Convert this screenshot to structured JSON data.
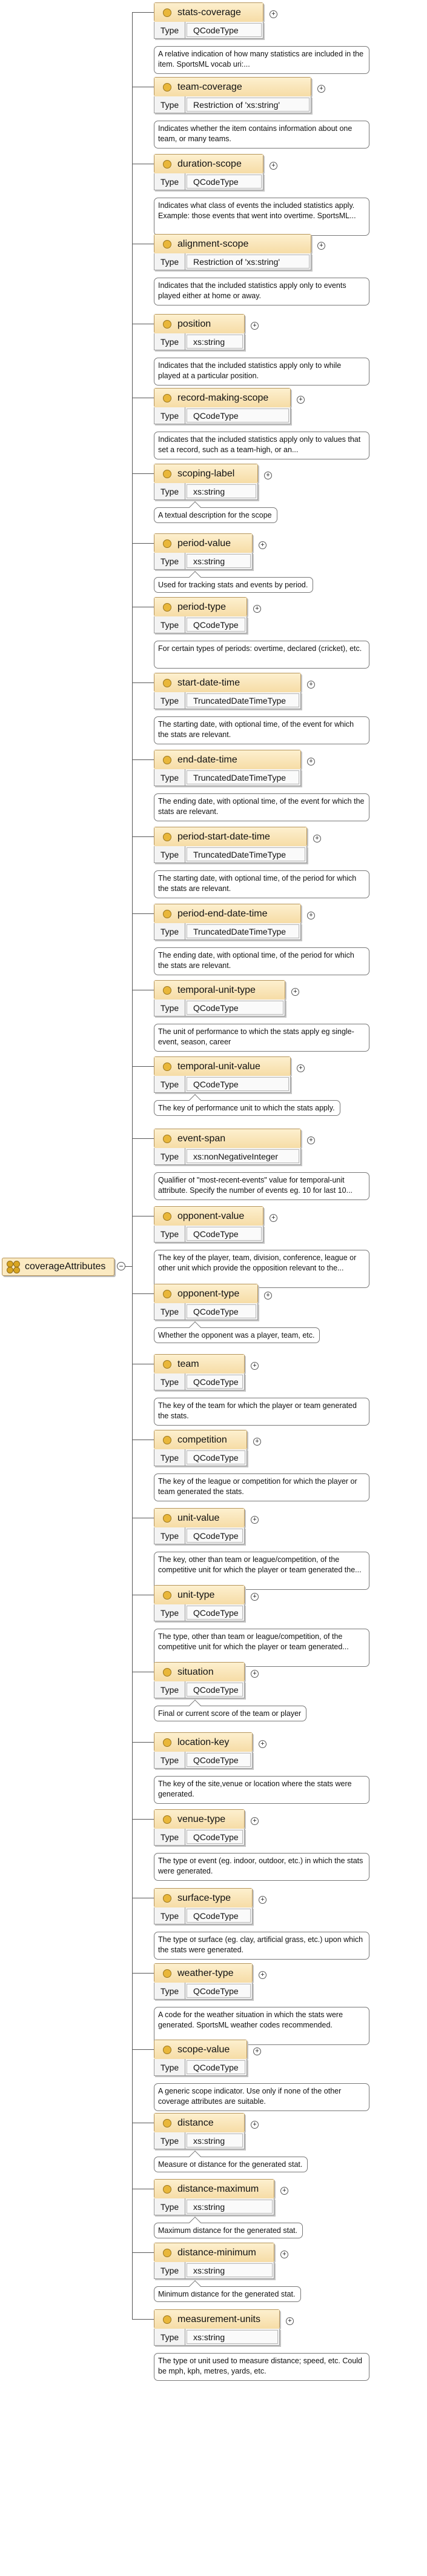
{
  "root": {
    "label": "coverageAttributes",
    "icon": "attribute-group-icon",
    "collapse_symbol": "−"
  },
  "type_label": "Type",
  "expand_symbol": "+",
  "attributes": [
    {
      "name": "stats-coverage",
      "type": "QCodeType",
      "doc": "A relative indication of how many statistics are included in the item. SportsML vocab uri:..."
    },
    {
      "name": "team-coverage",
      "type": "Restriction of 'xs:string'",
      "doc": "Indicates whether the item contains information about one team, or many teams."
    },
    {
      "name": "duration-scope",
      "type": "QCodeType",
      "doc": "Indicates what class of events the included statistics apply. Example: those events that went into overtime. SportsML..."
    },
    {
      "name": "alignment-scope",
      "type": "Restriction of 'xs:string'",
      "doc": "Indicates that the included statistics apply only to events played either at home or away."
    },
    {
      "name": "position",
      "type": "xs:string",
      "doc": "Indicates that the included statistics apply only to while played at a particular position."
    },
    {
      "name": "record-making-scope",
      "type": "QCodeType",
      "doc": "Indicates that the included statistics apply only to values that set a record, such as a team-high, or an..."
    },
    {
      "name": "scoping-label",
      "type": "xs:string",
      "doc": "A textual description for the scope"
    },
    {
      "name": "period-value",
      "type": "xs:string",
      "doc": "Used for tracking stats and events by period."
    },
    {
      "name": "period-type",
      "type": "QCodeType",
      "doc": "For certain types of periods: overtime, declared (cricket), etc."
    },
    {
      "name": "start-date-time",
      "type": "TruncatedDateTimeType",
      "doc": "The starting date, with optional time, of the event for which the stats are relevant."
    },
    {
      "name": "end-date-time",
      "type": "TruncatedDateTimeType",
      "doc": "The ending date, with optional time, of the event for which the stats are relevant."
    },
    {
      "name": "period-start-date-time",
      "type": "TruncatedDateTimeType",
      "doc": "The starting date, with optional time, of the period for which the stats are relevant."
    },
    {
      "name": "period-end-date-time",
      "type": "TruncatedDateTimeType",
      "doc": "The ending date, with optional time, of the period for which the stats are relevant."
    },
    {
      "name": "temporal-unit-type",
      "type": "QCodeType",
      "doc": "The unit of performance to which the stats apply eg single-event, season, career"
    },
    {
      "name": "temporal-unit-value",
      "type": "QCodeType",
      "doc": "The key of performance unit to which the stats apply."
    },
    {
      "name": "event-span",
      "type": "xs:nonNegativeInteger",
      "doc": "Qualifier of \"most-recent-events\" value for temporal-unit attribute. Specify the number of events eg. 10 for last 10..."
    },
    {
      "name": "opponent-value",
      "type": "QCodeType",
      "doc": "The key of the player, team, division, conference, league or other unit which provide the opposition relevant to the..."
    },
    {
      "name": "opponent-type",
      "type": "QCodeType",
      "doc": "Whether the opponent was a player, team, etc."
    },
    {
      "name": "team",
      "type": "QCodeType",
      "doc": "The key of the team for which the player or team generated the stats."
    },
    {
      "name": "competition",
      "type": "QCodeType",
      "doc": "The key of the league or competition for which the player or team generated the stats."
    },
    {
      "name": "unit-value",
      "type": "QCodeType",
      "doc": "The key, other than team or league/competition, of the competitive unit for which the player or team generated the..."
    },
    {
      "name": "unit-type",
      "type": "QCodeType",
      "doc": "The type, other than team or league/competition, of the competitive unit for which the player or team generated..."
    },
    {
      "name": "situation",
      "type": "QCodeType",
      "doc": "Final or current score of the team or player"
    },
    {
      "name": "location-key",
      "type": "QCodeType",
      "doc": "The key of the site,venue or location where the stats were generated."
    },
    {
      "name": "venue-type",
      "type": "QCodeType",
      "doc": "The type of event (eg. indoor, outdoor, etc.) in which the stats were generated."
    },
    {
      "name": "surface-type",
      "type": "QCodeType",
      "doc": "The type of surface (eg. clay, artificial grass, etc.) upon which the stats were generated."
    },
    {
      "name": "weather-type",
      "type": "QCodeType",
      "doc": "A code for the weather situation in which the stats were generated. SportsML weather codes recommended."
    },
    {
      "name": "scope-value",
      "type": "QCodeType",
      "doc": "A generic scope indicator. Use only if none of the other coverage attributes are suitable."
    },
    {
      "name": "distance",
      "type": "xs:string",
      "doc": "Measure of distance for the generated stat."
    },
    {
      "name": "distance-maximum",
      "type": "xs:string",
      "doc": "Maximum distance for the generated stat."
    },
    {
      "name": "distance-minimum",
      "type": "xs:string",
      "doc": "Minimum distance for the generated stat."
    },
    {
      "name": "measurement-units",
      "type": "xs:string",
      "doc": "The type of unit used to measure distance; speed, etc. Could be mph, kph, metres, yards, etc."
    }
  ]
}
